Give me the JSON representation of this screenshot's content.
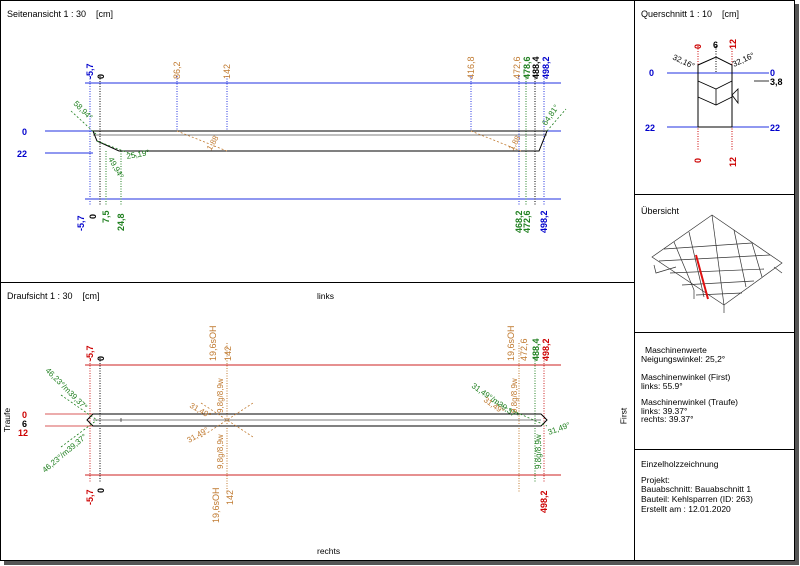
{
  "side_view": {
    "title": "Seitenansicht 1 : 30    [cm]",
    "top_dims": [
      {
        "label": "-5,7",
        "color": "#0000cc"
      },
      {
        "label": "0",
        "color": "#000000"
      },
      {
        "label": "86,2",
        "color": "#c07a30"
      },
      {
        "label": "142",
        "color": "#c07a30"
      },
      {
        "label": "416,8",
        "color": "#c07a30"
      },
      {
        "label": "472,6",
        "color": "#c07a30"
      },
      {
        "label": "478,6",
        "color": "#208020"
      },
      {
        "label": "488,4",
        "color": "#000000"
      },
      {
        "label": "498,2",
        "color": "#0000cc"
      }
    ],
    "bottom_dims": [
      {
        "label": "-5,7",
        "color": "#0000cc"
      },
      {
        "label": "0",
        "color": "#000000"
      },
      {
        "label": "7,5",
        "color": "#208020"
      },
      {
        "label": "24,8",
        "color": "#208020"
      },
      {
        "label": "468,2",
        "color": "#208020"
      },
      {
        "label": "472,6",
        "color": "#208020"
      },
      {
        "label": "498,2",
        "color": "#0000cc"
      }
    ],
    "height_labels": [
      "0",
      "22"
    ],
    "angles": {
      "left_top": "58,94°",
      "left_bottom": "49,94°",
      "slope": "25,19°",
      "right": "64,81°"
    },
    "length_labels": [
      "1,88",
      "1,88"
    ]
  },
  "cross_section": {
    "title": "Querschnitt 1 : 10    [cm]",
    "top_labels": [
      {
        "label": "0",
        "color": "#cc0000"
      },
      {
        "label": "6",
        "color": "#000000"
      },
      {
        "label": "12",
        "color": "#cc0000"
      }
    ],
    "bottom_labels": [
      {
        "label": "0",
        "color": "#cc0000"
      },
      {
        "label": "12",
        "color": "#cc0000"
      }
    ],
    "angle_left": "32,16°",
    "angle_right": "32,16°",
    "left_labels": [
      "0",
      "22"
    ],
    "right_labels": [
      "0",
      "3,8",
      "22"
    ]
  },
  "overview": {
    "title": "Übersicht"
  },
  "machine_values": {
    "title": "Maschinenwerte",
    "slope_angle": "Neigungswinkel: 25,2°",
    "first_title": "Maschinenwinkel (First)",
    "first_links": "links: 55.9°",
    "eave_title": "Maschinenwinkel (Traufe)",
    "eave_links": "links: 39.37°",
    "eave_rechts": "rechts: 39.37°"
  },
  "detail": {
    "title": "Einzelholzzeichnung",
    "project_label": "Projekt:",
    "construction": "Bauabschnitt: Bauabschnitt 1",
    "part": "Bauteil: Kehlsparren (ID: 263)",
    "created": "Erstellt am : 12.01.2020"
  },
  "plan_view": {
    "title": "Draufsicht 1 : 30    [cm]",
    "top_label": "links",
    "bottom_label": "rechts",
    "left_side_label": "Traufe",
    "right_side_label": "First",
    "top_dims": [
      {
        "label": "-5,7",
        "color": "#cc0000"
      },
      {
        "label": "0",
        "color": "#000000"
      },
      {
        "label": "19,6sOH",
        "color": "#c07a30"
      },
      {
        "label": "142",
        "color": "#c07a30"
      },
      {
        "label": "19,6sOH",
        "color": "#c07a30"
      },
      {
        "label": "472,6",
        "color": "#c07a30"
      },
      {
        "label": "488,4",
        "color": "#208020"
      },
      {
        "label": "498,2",
        "color": "#cc0000"
      }
    ],
    "bottom_dims": [
      {
        "label": "-5,7",
        "color": "#cc0000"
      },
      {
        "label": "0",
        "color": "#000000"
      },
      {
        "label": "19,6sOH",
        "color": "#c07a30"
      },
      {
        "label": "142",
        "color": "#c07a30"
      },
      {
        "label": "498,2",
        "color": "#cc0000"
      }
    ],
    "width_labels": [
      {
        "label": "0",
        "color": "#cc0000"
      },
      {
        "label": "6",
        "color": "#000000"
      },
      {
        "label": "12",
        "color": "#cc0000"
      }
    ],
    "angles_left": [
      "46,23°/m39,37°",
      "46,23°/m39,37°"
    ],
    "angles_mid": [
      "31,49°",
      "9,8g/8,9w",
      "31,49°",
      "9,8g/8,9w"
    ],
    "angles_right": [
      "31,49°/m39,37°",
      "31,49°",
      "9,8g/8,9w",
      "31,49°",
      "9,8g/8,9w"
    ]
  }
}
